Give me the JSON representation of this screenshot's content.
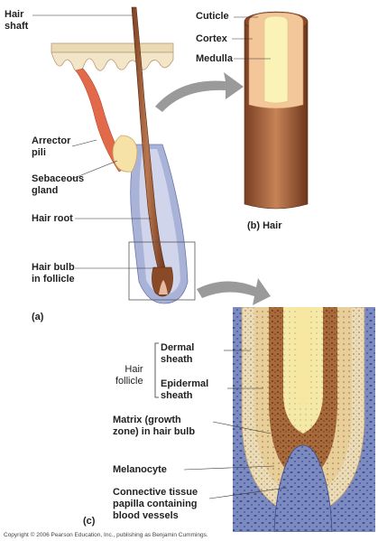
{
  "labels": {
    "hair_shaft": [
      "Hair",
      "shaft"
    ],
    "arrector_pili": [
      "Arrector",
      "pili"
    ],
    "sebaceous_gland": [
      "Sebaceous",
      "gland"
    ],
    "hair_root": "Hair root",
    "hair_bulb": [
      "Hair bulb",
      "in follicle"
    ],
    "cuticle": "Cuticle",
    "cortex": "Cortex",
    "medulla": "Medulla",
    "hair_follicle": [
      "Hair",
      "follicle"
    ],
    "dermal_sheath": [
      "Dermal",
      "sheath"
    ],
    "epidermal_sheath": [
      "Epidermal",
      "sheath"
    ],
    "matrix": [
      "Matrix (growth",
      "zone) in hair bulb"
    ],
    "melanocyte": "Melanocyte",
    "connective_tissue": [
      "Connective tissue",
      "papilla containing",
      "blood vessels"
    ]
  },
  "parts": {
    "a": "(a)",
    "b": "(b) Hair",
    "c": "(c)"
  },
  "copyright": "Copyright © 2006 Pearson Education, Inc., publishing as Benjamin Cummings.",
  "colors": {
    "hair_brown": "#9a5a38",
    "cortex": "#f3c79a",
    "medulla": "#fbf2b8",
    "follicle": "#a9b3d8",
    "dermis": "#f3e3bf",
    "arrector": "#e2694a",
    "tissue_blue": "#6f7fb8"
  }
}
